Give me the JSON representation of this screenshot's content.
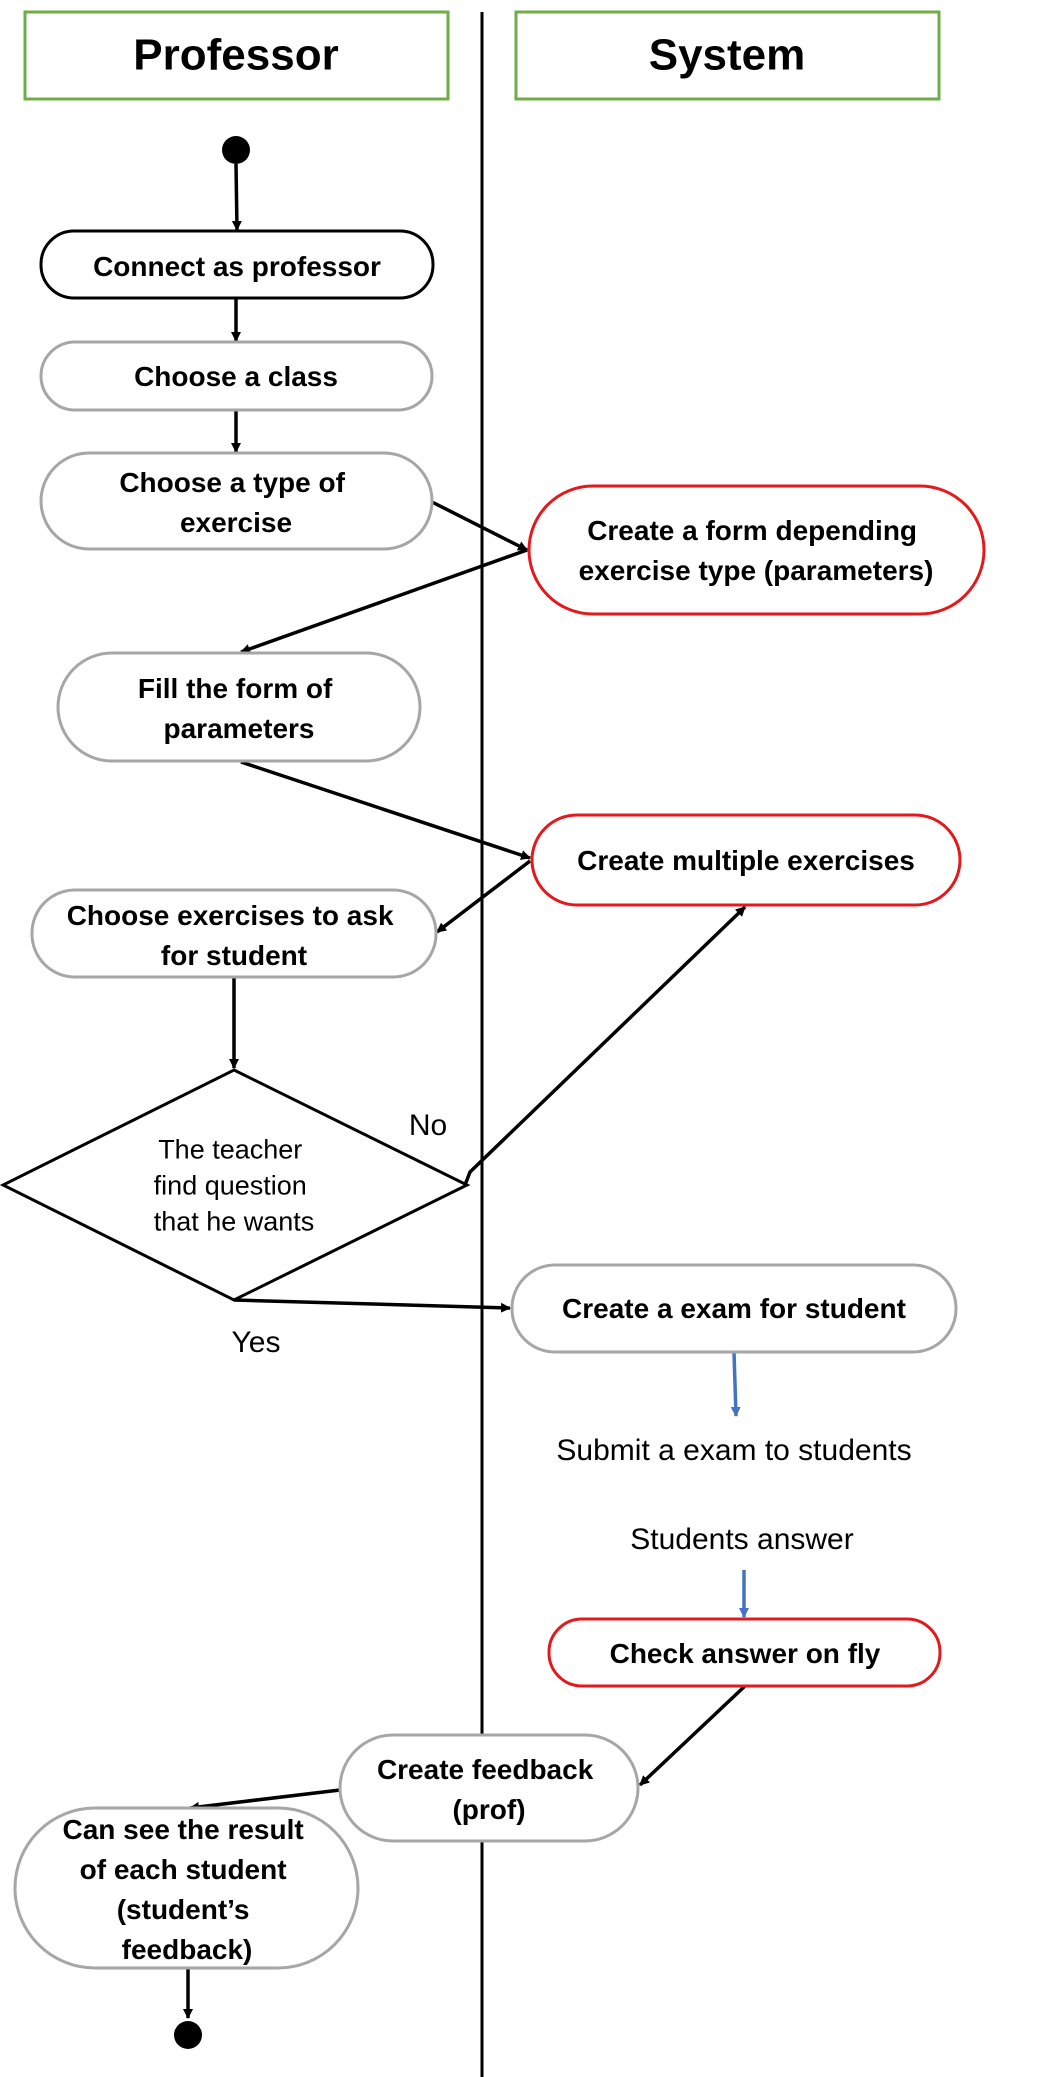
{
  "lanes": {
    "professor": "Professor",
    "system": "System"
  },
  "colors": {
    "lane_border": "#70ad47",
    "node_black": "#000000",
    "node_gray": "#a6a6a6",
    "node_red": "#e31a1c",
    "arrow_blue": "#4472c4"
  },
  "nodes": {
    "connect": {
      "lines": [
        "Connect as professor"
      ]
    },
    "choose_class": {
      "lines": [
        "Choose a class"
      ]
    },
    "choose_type": {
      "lines": [
        "Choose a type of",
        "exercise"
      ]
    },
    "create_form": {
      "lines": [
        "Create a form depending",
        "exercise type (parameters)"
      ]
    },
    "fill_form": {
      "lines": [
        "Fill the form of",
        "parameters"
      ]
    },
    "create_multiple": {
      "lines": [
        "Create multiple exercises"
      ]
    },
    "choose_exercises": {
      "lines": [
        "Choose exercises to ask",
        "for student"
      ]
    },
    "decision": {
      "lines": [
        "The teacher",
        "find question",
        "that he wants"
      ]
    },
    "create_exam": {
      "lines": [
        "Create a exam for student"
      ]
    },
    "check_answer": {
      "lines": [
        "Check answer on fly"
      ]
    },
    "create_feedback": {
      "lines": [
        "Create feedback",
        "(prof)"
      ]
    },
    "see_result": {
      "lines": [
        "Can see the result",
        "of each student",
        "(student’s",
        "feedback)"
      ]
    }
  },
  "labels": {
    "no": "No",
    "yes": "Yes",
    "submit_exam": "Submit a exam to students",
    "students_answer": "Students answer"
  }
}
